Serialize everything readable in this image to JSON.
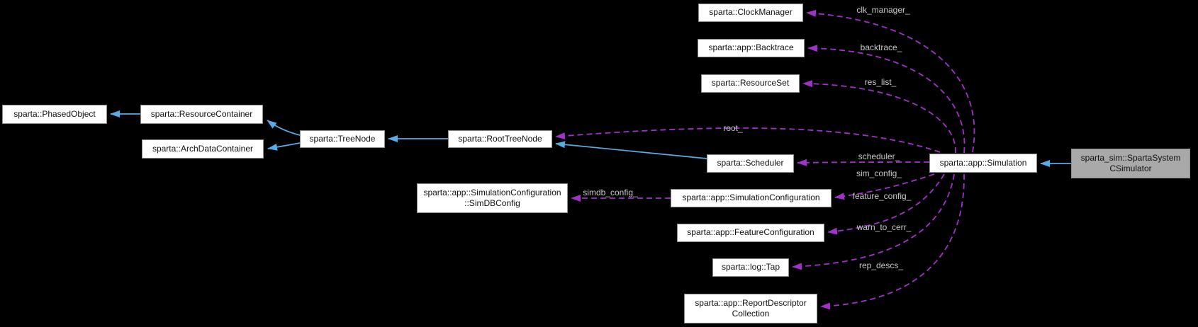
{
  "diagram": {
    "type": "collaboration-graph",
    "background_color": "#000000",
    "node_fill": "#ffffff",
    "node_border": "#8d8d8d",
    "highlight_node_fill": "#a9a9a9",
    "inheritance_edge_color": "#5aaae6",
    "usage_edge_color": "#a032c8",
    "edge_label_color": "#c9c9c9"
  },
  "nodes": {
    "clock_manager": {
      "label": "sparta::ClockManager"
    },
    "backtrace": {
      "label": "sparta::app::Backtrace"
    },
    "resource_set": {
      "label": "sparta::ResourceSet"
    },
    "phased_object": {
      "label": "sparta::PhasedObject"
    },
    "resource_container": {
      "label": "sparta::ResourceContainer"
    },
    "arch_data_container": {
      "label": "sparta::ArchDataContainer"
    },
    "tree_node": {
      "label": "sparta::TreeNode"
    },
    "root_tree_node": {
      "label": "sparta::RootTreeNode"
    },
    "scheduler": {
      "label": "sparta::Scheduler"
    },
    "simulation": {
      "label": "sparta::app::Simulation"
    },
    "sparta_system_c_simulator": {
      "label": "sparta_sim::SpartaSystem\nCSimulator"
    },
    "simdb_config": {
      "label": "sparta::app::SimulationConfiguration\n::SimDBConfig"
    },
    "simulation_configuration": {
      "label": "sparta::app::SimulationConfiguration"
    },
    "feature_configuration": {
      "label": "sparta::app::FeatureConfiguration"
    },
    "log_tap": {
      "label": "sparta::log::Tap"
    },
    "report_descriptor_collection": {
      "label": "sparta::app::ReportDescriptor\nCollection"
    }
  },
  "edge_labels": {
    "clk_manager": "clk_manager_",
    "backtrace": "backtrace_",
    "res_list": "res_list_",
    "root": "root_",
    "scheduler": "scheduler_",
    "sim_config": "sim_config_",
    "feature_config": "feature_config_",
    "warn_to_cerr": "warn_to_cerr_",
    "rep_descs": "rep_descs_",
    "simdb_config": "simdb_config_"
  }
}
